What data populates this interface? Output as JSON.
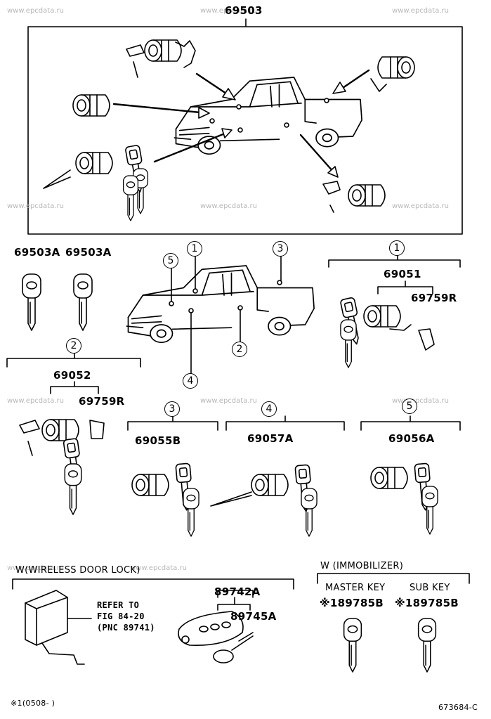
{
  "watermark": "www.epcdata.ru",
  "assembly": {
    "part_no": "69503"
  },
  "keys": {
    "left": "69503A",
    "right": "69503A"
  },
  "callouts": [
    "1",
    "2",
    "3",
    "4",
    "5"
  ],
  "group1": {
    "num": "1",
    "part": "69051",
    "sub": "69759R"
  },
  "group2": {
    "num": "2",
    "part": "69052",
    "sub": "69759R"
  },
  "group3": {
    "num": "3",
    "part": "69055B"
  },
  "group4": {
    "num": "4",
    "part": "69057A"
  },
  "group5": {
    "num": "5",
    "part": "69056A"
  },
  "wireless": {
    "title": "W(WIRELESS DOOR LOCK)",
    "refer": [
      "REFER TO",
      "FIG 84-20",
      "(PNC 89741)"
    ],
    "part1": "89742A",
    "part2": "89745A"
  },
  "immobilizer": {
    "title": "W (IMMOBILIZER)",
    "master_label": "MASTER KEY",
    "sub_label": "SUB KEY",
    "master_part": "※189785B",
    "sub_part": "※189785B"
  },
  "footnote": "※1(0508-     )",
  "fig_code": "673684-C"
}
